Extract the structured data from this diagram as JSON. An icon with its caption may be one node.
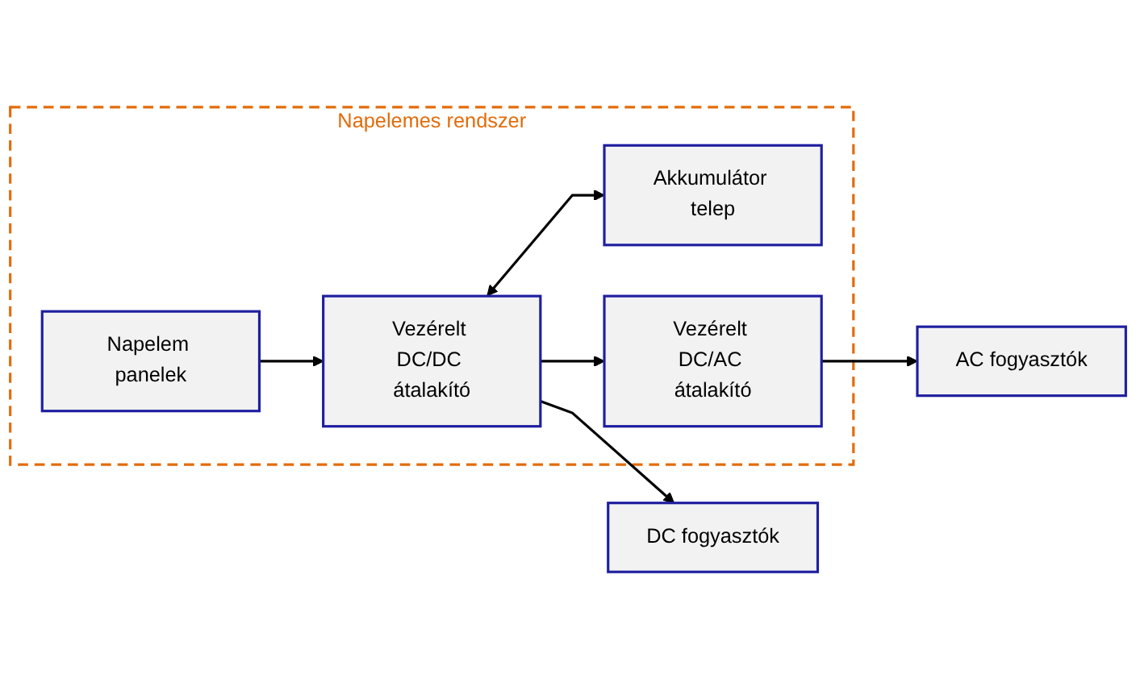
{
  "diagram": {
    "nodes": [
      {
        "text": [
          "DC fogyasztók"
        ]
      },
      {
        "text": [
          "Napelemes rendszer"
        ]
      },
      {
        "text": [
          "Napelem panelek"
        ],
        "in": 1
      },
      {
        "text": [
          "Vezérelt DC/DC átalakító"
        ],
        "in": 1
      },
      {
        "text": [
          "Akkumulátor telep"
        ],
        "in": 1
      },
      {
        "text": [
          "Vezérelt DC/AC átalakító"
        ],
        "in": 1
      },
      {
        "text": [
          "AC fogyasztók"
        ]
      }
    ],
    "edges": [
      {
        "from": 2,
        "to": 3,
        "arrow": "to"
      },
      {
        "from": 3,
        "to": 0,
        "arrow": "to"
      },
      {
        "from": 3,
        "to": 4,
        "arrow": "both"
      },
      {
        "from": 3,
        "to": 5,
        "arrow": "to"
      },
      {
        "from": 5,
        "to": 6,
        "arrow": "to"
      }
    ]
  }
}
